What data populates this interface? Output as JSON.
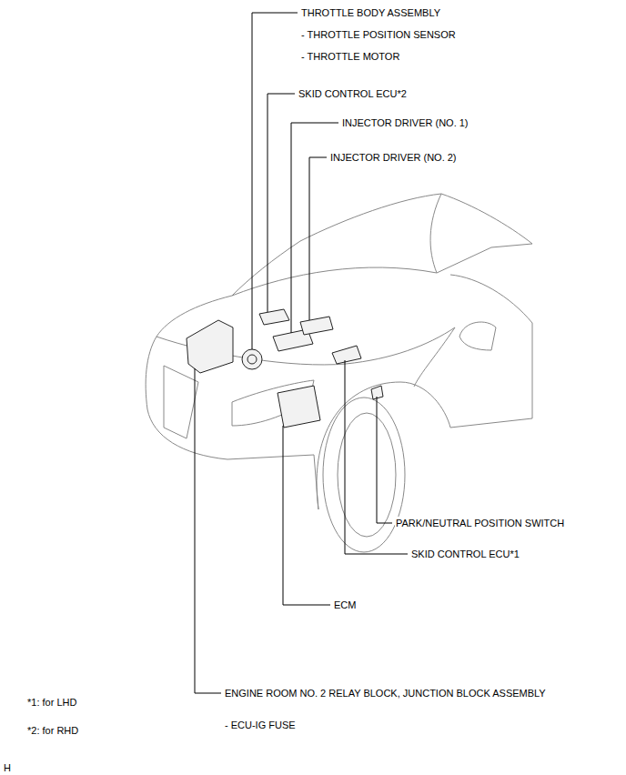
{
  "diagram": {
    "labels": [
      "THROTTLE BODY ASSEMBLY",
      "- THROTTLE POSITION SENSOR",
      "- THROTTLE MOTOR",
      "SKID CONTROL ECU*2",
      "INJECTOR DRIVER (NO. 1)",
      "INJECTOR DRIVER (NO. 2)",
      "PARK/NEUTRAL POSITION SWITCH",
      "SKID CONTROL ECU*1",
      "ECM",
      "ENGINE ROOM NO. 2 RELAY BLOCK, JUNCTION BLOCK ASSEMBLY",
      "- ECU-IG FUSE",
      "*1: for LHD",
      "*2: for RHD",
      "H"
    ]
  }
}
